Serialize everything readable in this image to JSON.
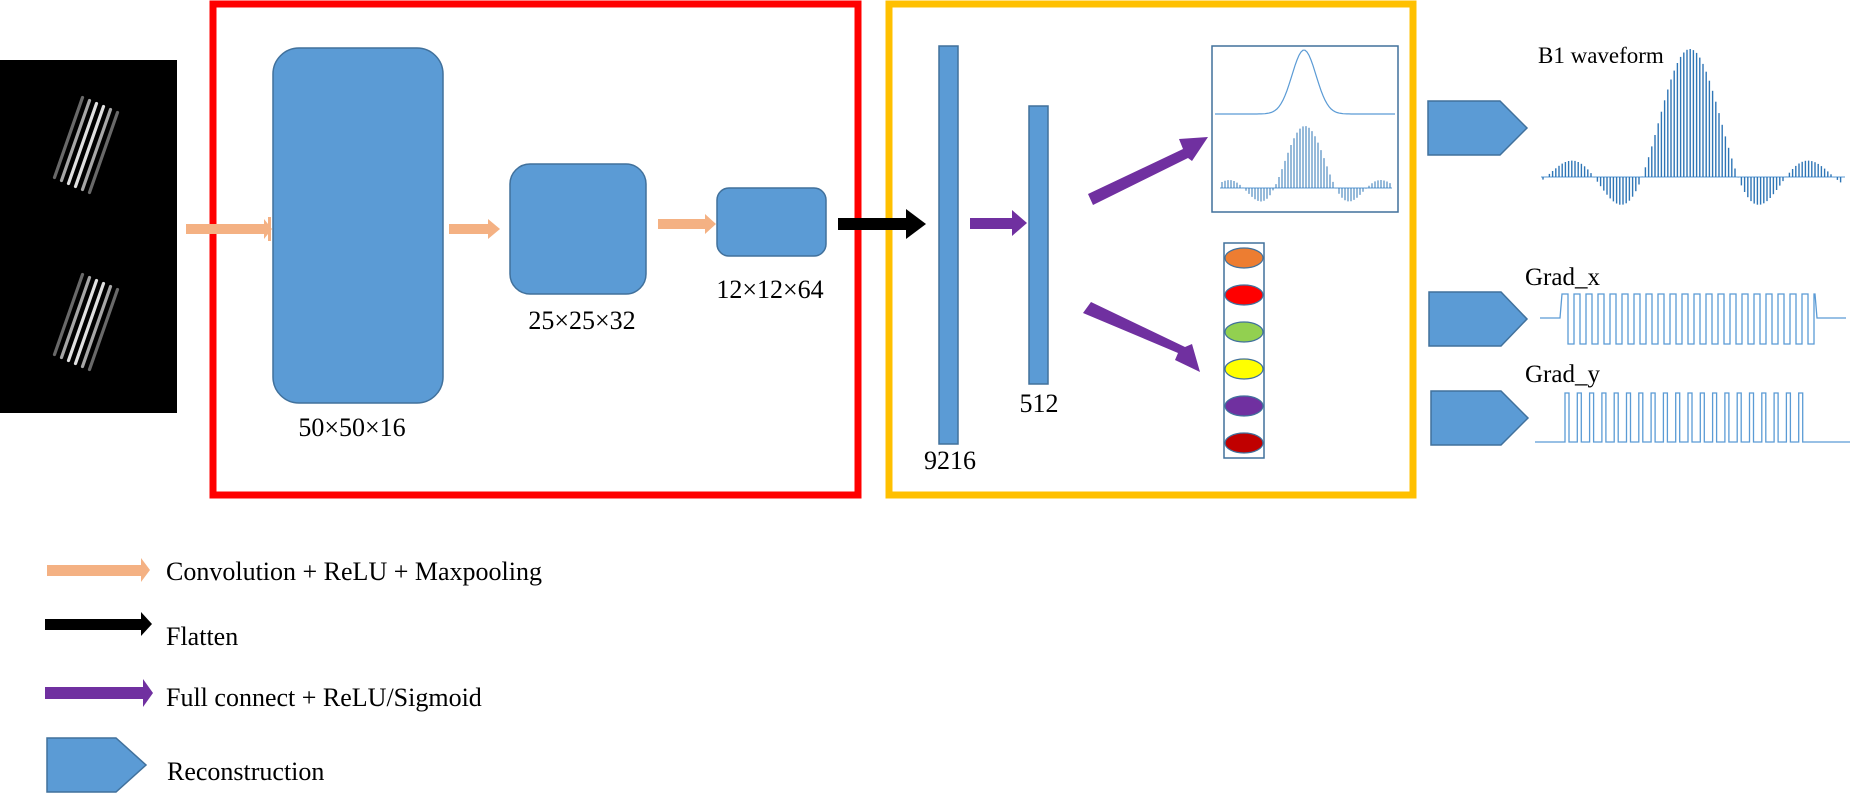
{
  "colors": {
    "block_fill": "#5b9bd5",
    "block_stroke": "#41719c",
    "conv_arrow": "#f4b183",
    "flatten_arrow": "#000000",
    "fc_arrow": "#7030a0",
    "encoder_box": "#ff0000",
    "decoder_box": "#ffc000",
    "waveform": "#2e75b6"
  },
  "input": {
    "image_name": "input-sinc-stripes-image"
  },
  "encoder": {
    "layers": [
      {
        "label": "50×50×16"
      },
      {
        "label": "25×25×32"
      },
      {
        "label": "12×12×64"
      }
    ]
  },
  "decoder": {
    "flatten_label": "9216",
    "fc_label": "512",
    "class_nodes": [
      "#ed7d31",
      "#ff0000",
      "#92d050",
      "#ffff00",
      "#7030a0",
      "#c00000"
    ]
  },
  "outputs": {
    "b1_label": "B1 waveform",
    "gx_label": "Grad_x",
    "gy_label": "Grad_y"
  },
  "legend": {
    "conv": "Convolution + ReLU + Maxpooling",
    "flatten": "Flatten",
    "fc": "Full connect + ReLU/Sigmoid",
    "recon": "Reconstruction"
  }
}
